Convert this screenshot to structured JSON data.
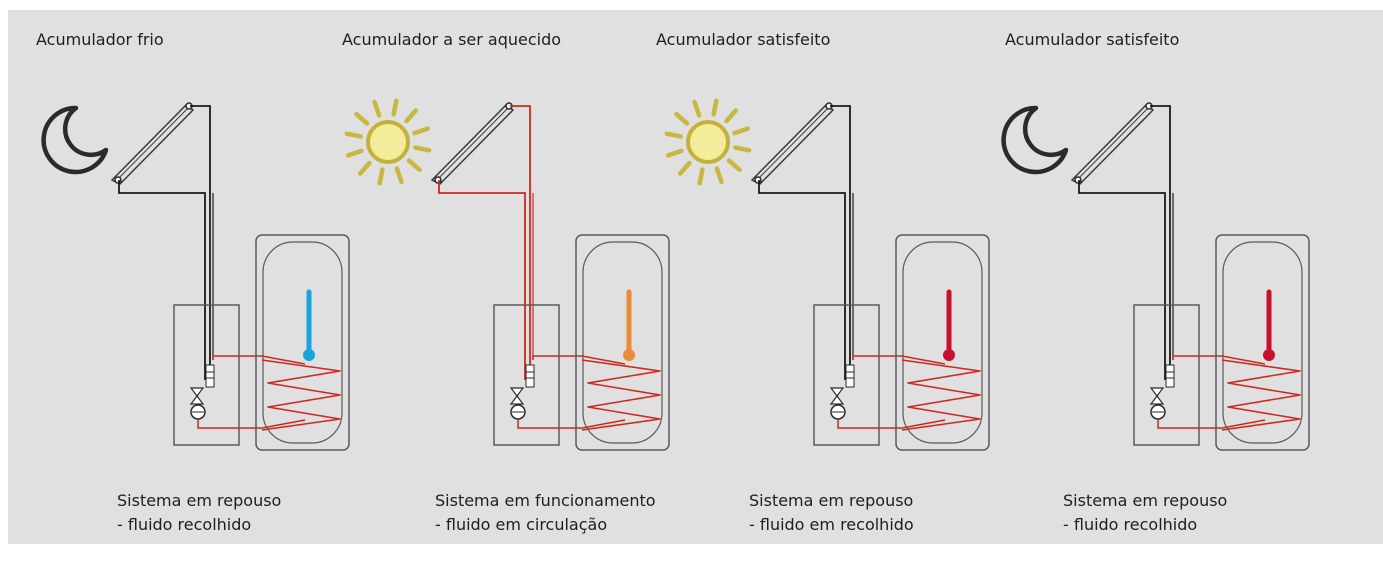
{
  "panels": [
    {
      "title": "Acumulador frio",
      "icon": "moon-icon",
      "loop_color": "#1a1a1a",
      "thermo_color": "#1aa3dc",
      "caption_line1": "Sistema em repouso",
      "caption_line2": "- fluido recolhido"
    },
    {
      "title": "Acumulador a ser aquecido",
      "icon": "sun-icon",
      "loop_color": "#d0281e",
      "thermo_color": "#ec8b37",
      "caption_line1": "Sistema em funcionamento",
      "caption_line2": "- fluido em circulação"
    },
    {
      "title": "Acumulador satisfeito",
      "icon": "sun-icon",
      "loop_color": "#1a1a1a",
      "thermo_color": "#c8102e",
      "caption_line1": "Sistema em repouso",
      "caption_line2": "- fluido em recolhido"
    },
    {
      "title": "Acumulador satisfeito",
      "icon": "moon-icon",
      "loop_color": "#1a1a1a",
      "thermo_color": "#c8102e",
      "caption_line1": "Sistema em repouso",
      "caption_line2": "- fluido recolhido"
    }
  ],
  "colors": {
    "background": "#e0e0e0",
    "coil": "#d0281e",
    "outline": "#5a5a5a"
  }
}
